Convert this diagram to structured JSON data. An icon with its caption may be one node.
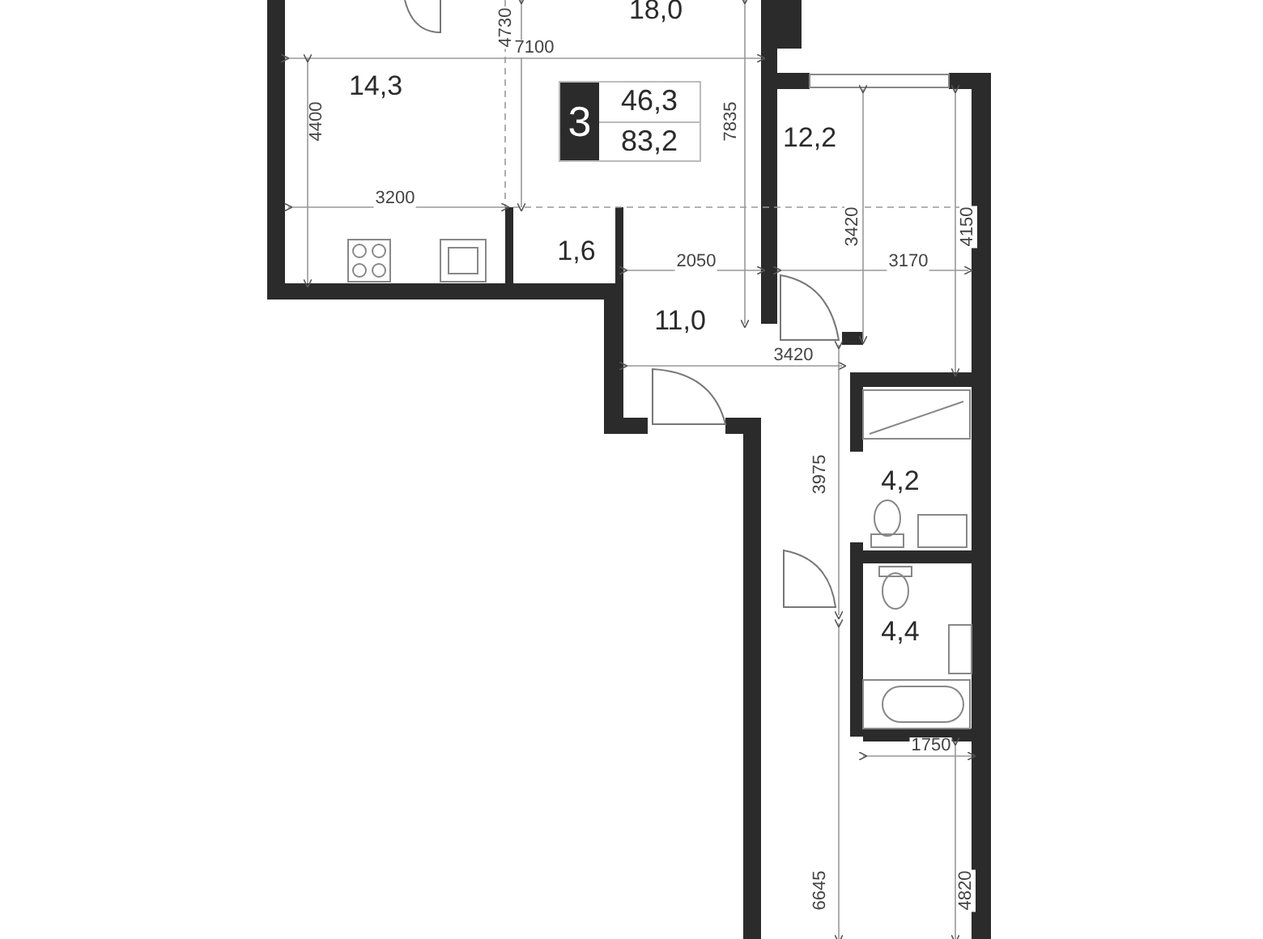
{
  "diagram": {
    "nodes": [
      {
        "text": [
          "3",
          "46,3",
          "83,2"
        ]
      }
    ],
    "labels": [
      "18,0",
      "4730",
      "7100",
      "14,3",
      "4400",
      "7835",
      "12,2",
      "3420",
      "4150",
      "3200",
      "1,6",
      "2050",
      "3170",
      "11,0",
      "3420",
      "3975",
      "4,2",
      "4,4",
      "1750",
      "6645",
      "4820"
    ]
  }
}
